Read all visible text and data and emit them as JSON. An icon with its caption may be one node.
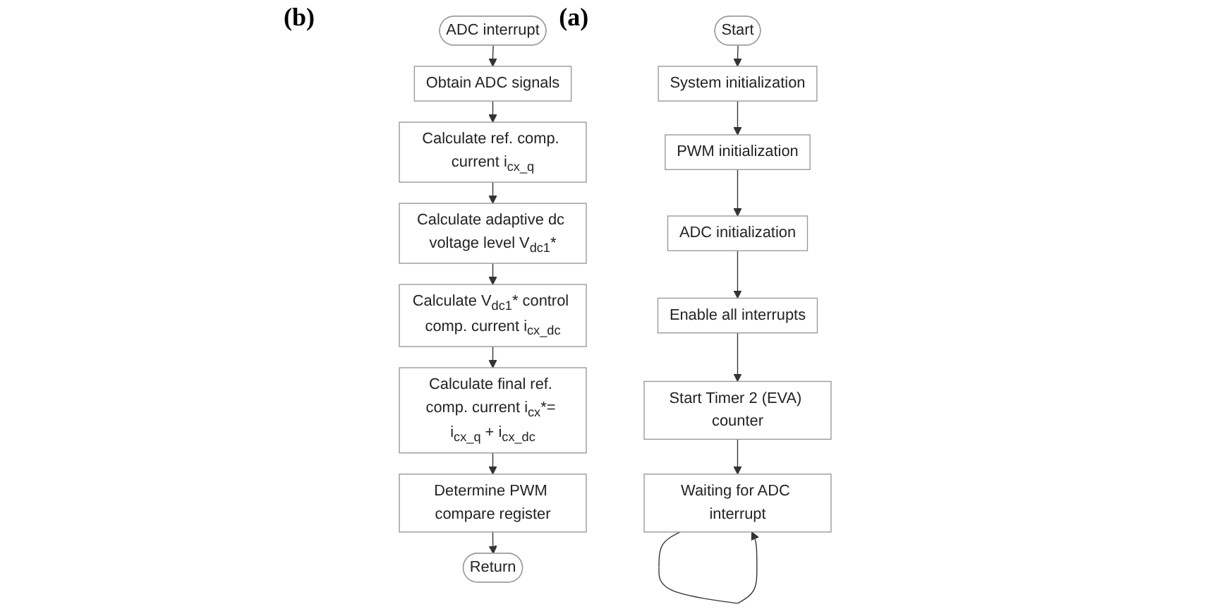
{
  "diagram": {
    "nodes": [
      {
        "text": [
          "Start"
        ]
      },
      {
        "text": [
          "System initialization"
        ]
      },
      {
        "text": [
          "PWM initialization"
        ]
      },
      {
        "text": [
          "ADC initialization"
        ]
      },
      {
        "text": [
          "Enable all interrupts"
        ]
      },
      {
        "text": [
          "Start Timer 2 (EVA) counter"
        ]
      },
      {
        "text": [
          "Waiting for ADC interrupt"
        ]
      },
      {
        "text": [
          "ADC interrupt"
        ]
      },
      {
        "text": [
          "Obtain ADC signals"
        ]
      },
      {
        "text": [
          "Calculate ref. comp. current i$_{cx_q}$"
        ]
      },
      {
        "text": [
          "Calculate adaptive dc voltage level V$_{dc1}$*"
        ]
      },
      {
        "text": [
          "Calculate V$_{dc1}$* control comp. current i$_{cx_dc}$"
        ]
      },
      {
        "text": [
          "Calculate final ref. comp. current i$_{cx}$*= i$_{cx_q}$ + i$_{cx_dc}$"
        ]
      },
      {
        "text": [
          "Determine PWM compare register"
        ]
      },
      {
        "text": [
          "Return"
        ]
      }
    ],
    "edges": [
      {
        "from": 0,
        "to": 1,
        "arrow": "to"
      },
      {
        "from": 1,
        "to": 2,
        "arrow": "to"
      },
      {
        "from": 2,
        "to": 3,
        "arrow": "to"
      },
      {
        "from": 3,
        "to": 4,
        "arrow": "to"
      },
      {
        "from": 4,
        "to": 5,
        "arrow": "to"
      },
      {
        "from": 5,
        "to": 6,
        "arrow": "to"
      },
      {
        "from": 6,
        "to": 6,
        "arrow": "to"
      },
      {
        "from": 7,
        "to": 8,
        "arrow": "to"
      },
      {
        "from": 8,
        "to": 9,
        "arrow": "to"
      },
      {
        "from": 9,
        "to": 10,
        "arrow": "to"
      },
      {
        "from": 10,
        "to": 11,
        "arrow": "to"
      },
      {
        "from": 11,
        "to": 12,
        "arrow": "to"
      },
      {
        "from": 12,
        "to": 13,
        "arrow": "to"
      },
      {
        "from": 13,
        "to": 14,
        "arrow": "to"
      }
    ],
    "labels": [
      "(a)",
      "(b)"
    ]
  }
}
